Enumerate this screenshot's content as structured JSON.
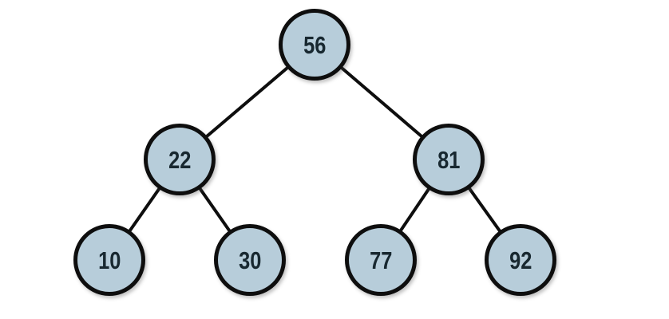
{
  "diagram": {
    "type": "binary-search-tree",
    "colors": {
      "background": "#ffffff",
      "node_fill": "#b7cdda",
      "node_stroke": "#0e0e0e",
      "edge_color": "#0e0e0e",
      "text_color": "#182830"
    },
    "nodes": [
      {
        "id": "56",
        "label": "56"
      },
      {
        "id": "22",
        "label": "22"
      },
      {
        "id": "81",
        "label": "81"
      },
      {
        "id": "10",
        "label": "10"
      },
      {
        "id": "30",
        "label": "30"
      },
      {
        "id": "77",
        "label": "77"
      },
      {
        "id": "92",
        "label": "92"
      }
    ],
    "edges": [
      {
        "from": "56",
        "to": "22"
      },
      {
        "from": "56",
        "to": "81"
      },
      {
        "from": "22",
        "to": "10"
      },
      {
        "from": "22",
        "to": "30"
      },
      {
        "from": "81",
        "to": "77"
      },
      {
        "from": "81",
        "to": "92"
      }
    ]
  }
}
